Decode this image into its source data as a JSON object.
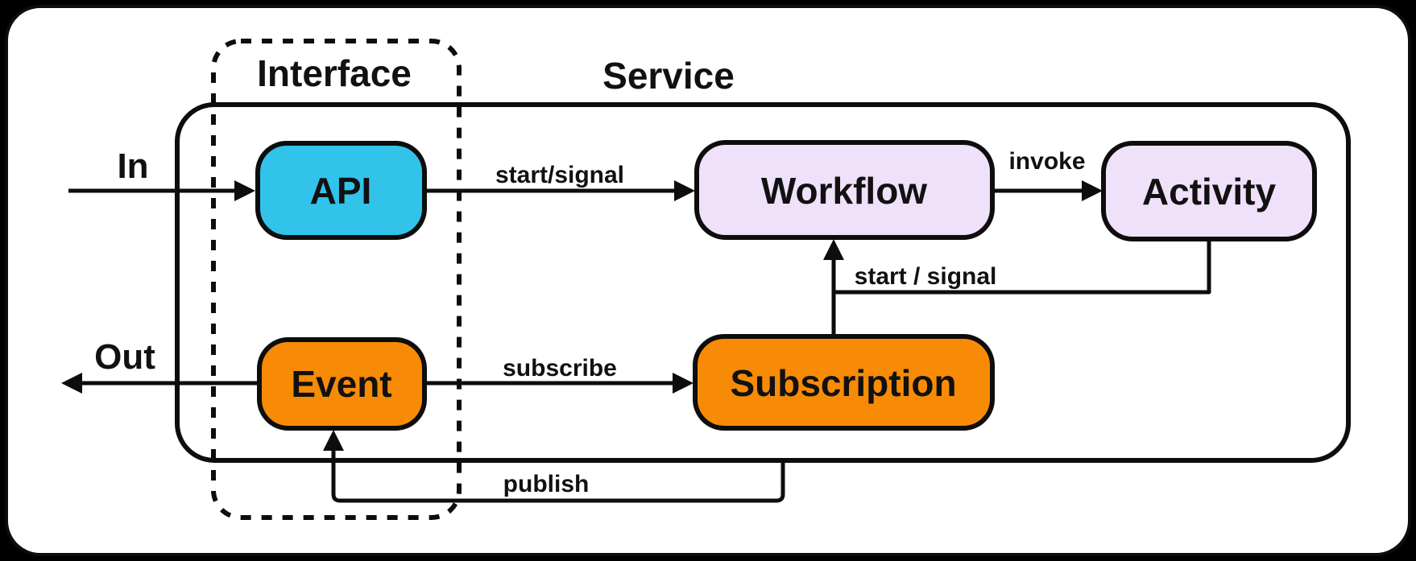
{
  "colors": {
    "background": "#000000",
    "canvas": "#ffffff",
    "stroke": "#0d0d0d",
    "api_fill": "#31c3ea",
    "workflow_fill": "#efe1fa",
    "activity_fill": "#efe1fa",
    "subscription_fill": "#f88b05",
    "event_fill": "#f88b05"
  },
  "groups": {
    "interface": {
      "label": "Interface"
    },
    "service": {
      "label": "Service"
    }
  },
  "nodes": {
    "api": {
      "label": "API"
    },
    "workflow": {
      "label": "Workflow"
    },
    "activity": {
      "label": "Activity"
    },
    "subscription": {
      "label": "Subscription"
    },
    "event": {
      "label": "Event"
    }
  },
  "edges": {
    "in": {
      "label": "In"
    },
    "out": {
      "label": "Out"
    },
    "api_to_workflow": {
      "label": "start/signal"
    },
    "workflow_to_activity": {
      "label": "invoke"
    },
    "subscription_to_workflow": {
      "label": "start / signal"
    },
    "event_to_subscription": {
      "label": "subscribe"
    },
    "publish_to_event": {
      "label": "publish"
    }
  }
}
